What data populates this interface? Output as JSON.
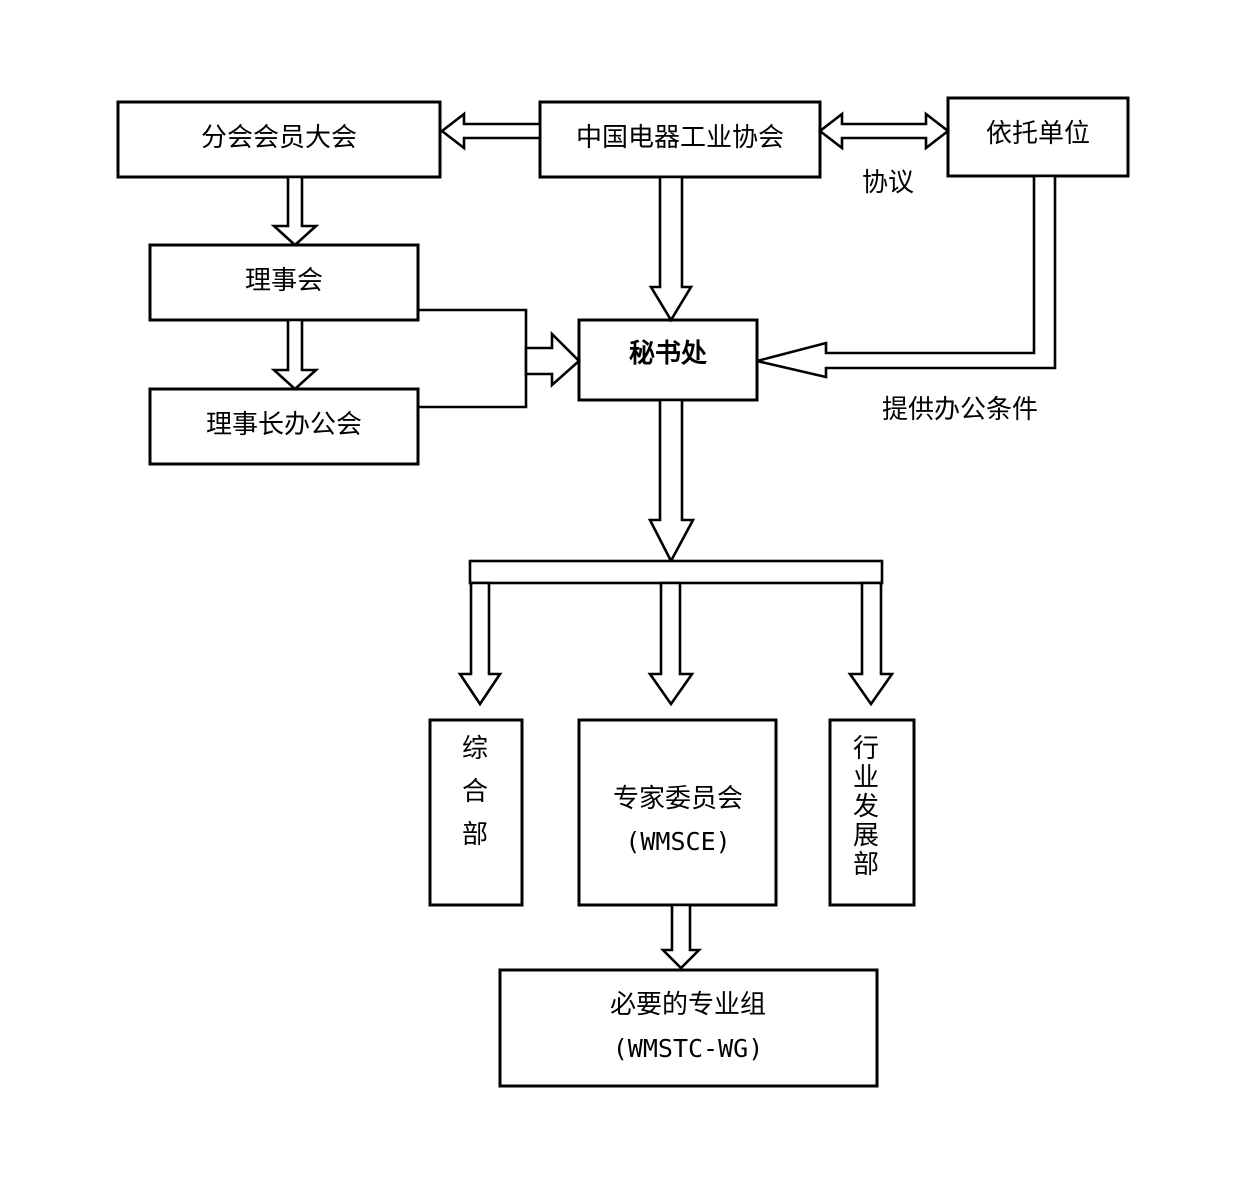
{
  "nodes": {
    "fenhui": "分会会员大会",
    "cea": "中国电器工业协会",
    "yituo": "依托单位",
    "lishihui": "理事会",
    "lishizhang": "理事长办公会",
    "mishuchu": "秘书处",
    "zonghe": [
      "综",
      "合",
      "部"
    ],
    "zhuanjia": "专家委员会",
    "zhuanjia_abbr": "(WMSCE)",
    "hangye": [
      "行",
      "业",
      "发",
      "展",
      "部"
    ],
    "zhuanye": "必要的专业组",
    "zhuanye_abbr": "(WMSTC-WG)"
  },
  "edge_labels": {
    "xieyi": "协议",
    "tigong": "提供办公条件"
  }
}
